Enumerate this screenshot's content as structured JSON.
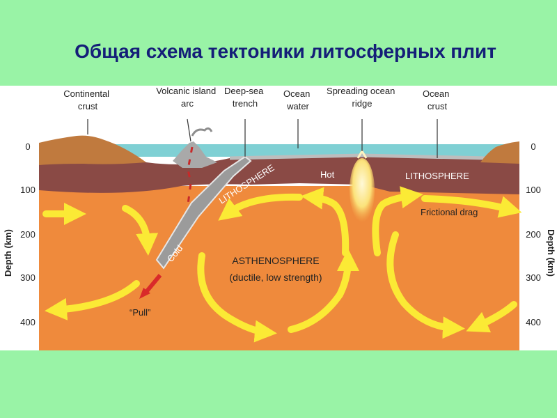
{
  "title": "Общая схема тектоники литосферных плит",
  "labels": {
    "continental_crust": [
      "Continental",
      "crust"
    ],
    "volcanic_arc": [
      "Volcanic island",
      "arc"
    ],
    "trench": [
      "Deep-sea",
      "trench"
    ],
    "ocean_water": [
      "Ocean",
      "water"
    ],
    "ridge": [
      "Spreading ocean",
      "ridge"
    ],
    "ocean_crust": [
      "Ocean",
      "crust"
    ],
    "lithosphere_left": "LITHOSPHERE",
    "lithosphere_right": "LITHOSPHERE",
    "hot": "Hot",
    "cold": "Cold",
    "frictional_drag": "Frictional drag",
    "asthenosphere": "ASTHENOSPHERE",
    "asthenosphere_sub": "(ductile, low strength)",
    "pull": "“Pull”"
  },
  "axis": {
    "title": "Depth (km)",
    "ticks": [
      "0",
      "100",
      "200",
      "300",
      "400"
    ]
  },
  "colors": {
    "background": "#99f3a6",
    "asthenosphere": "#ef8a3c",
    "lithosphere": "#8a4a45",
    "continent": "#c07a3e",
    "ocean": "#7fd0d4",
    "arrows": "#fbea35",
    "title": "#141e78"
  }
}
